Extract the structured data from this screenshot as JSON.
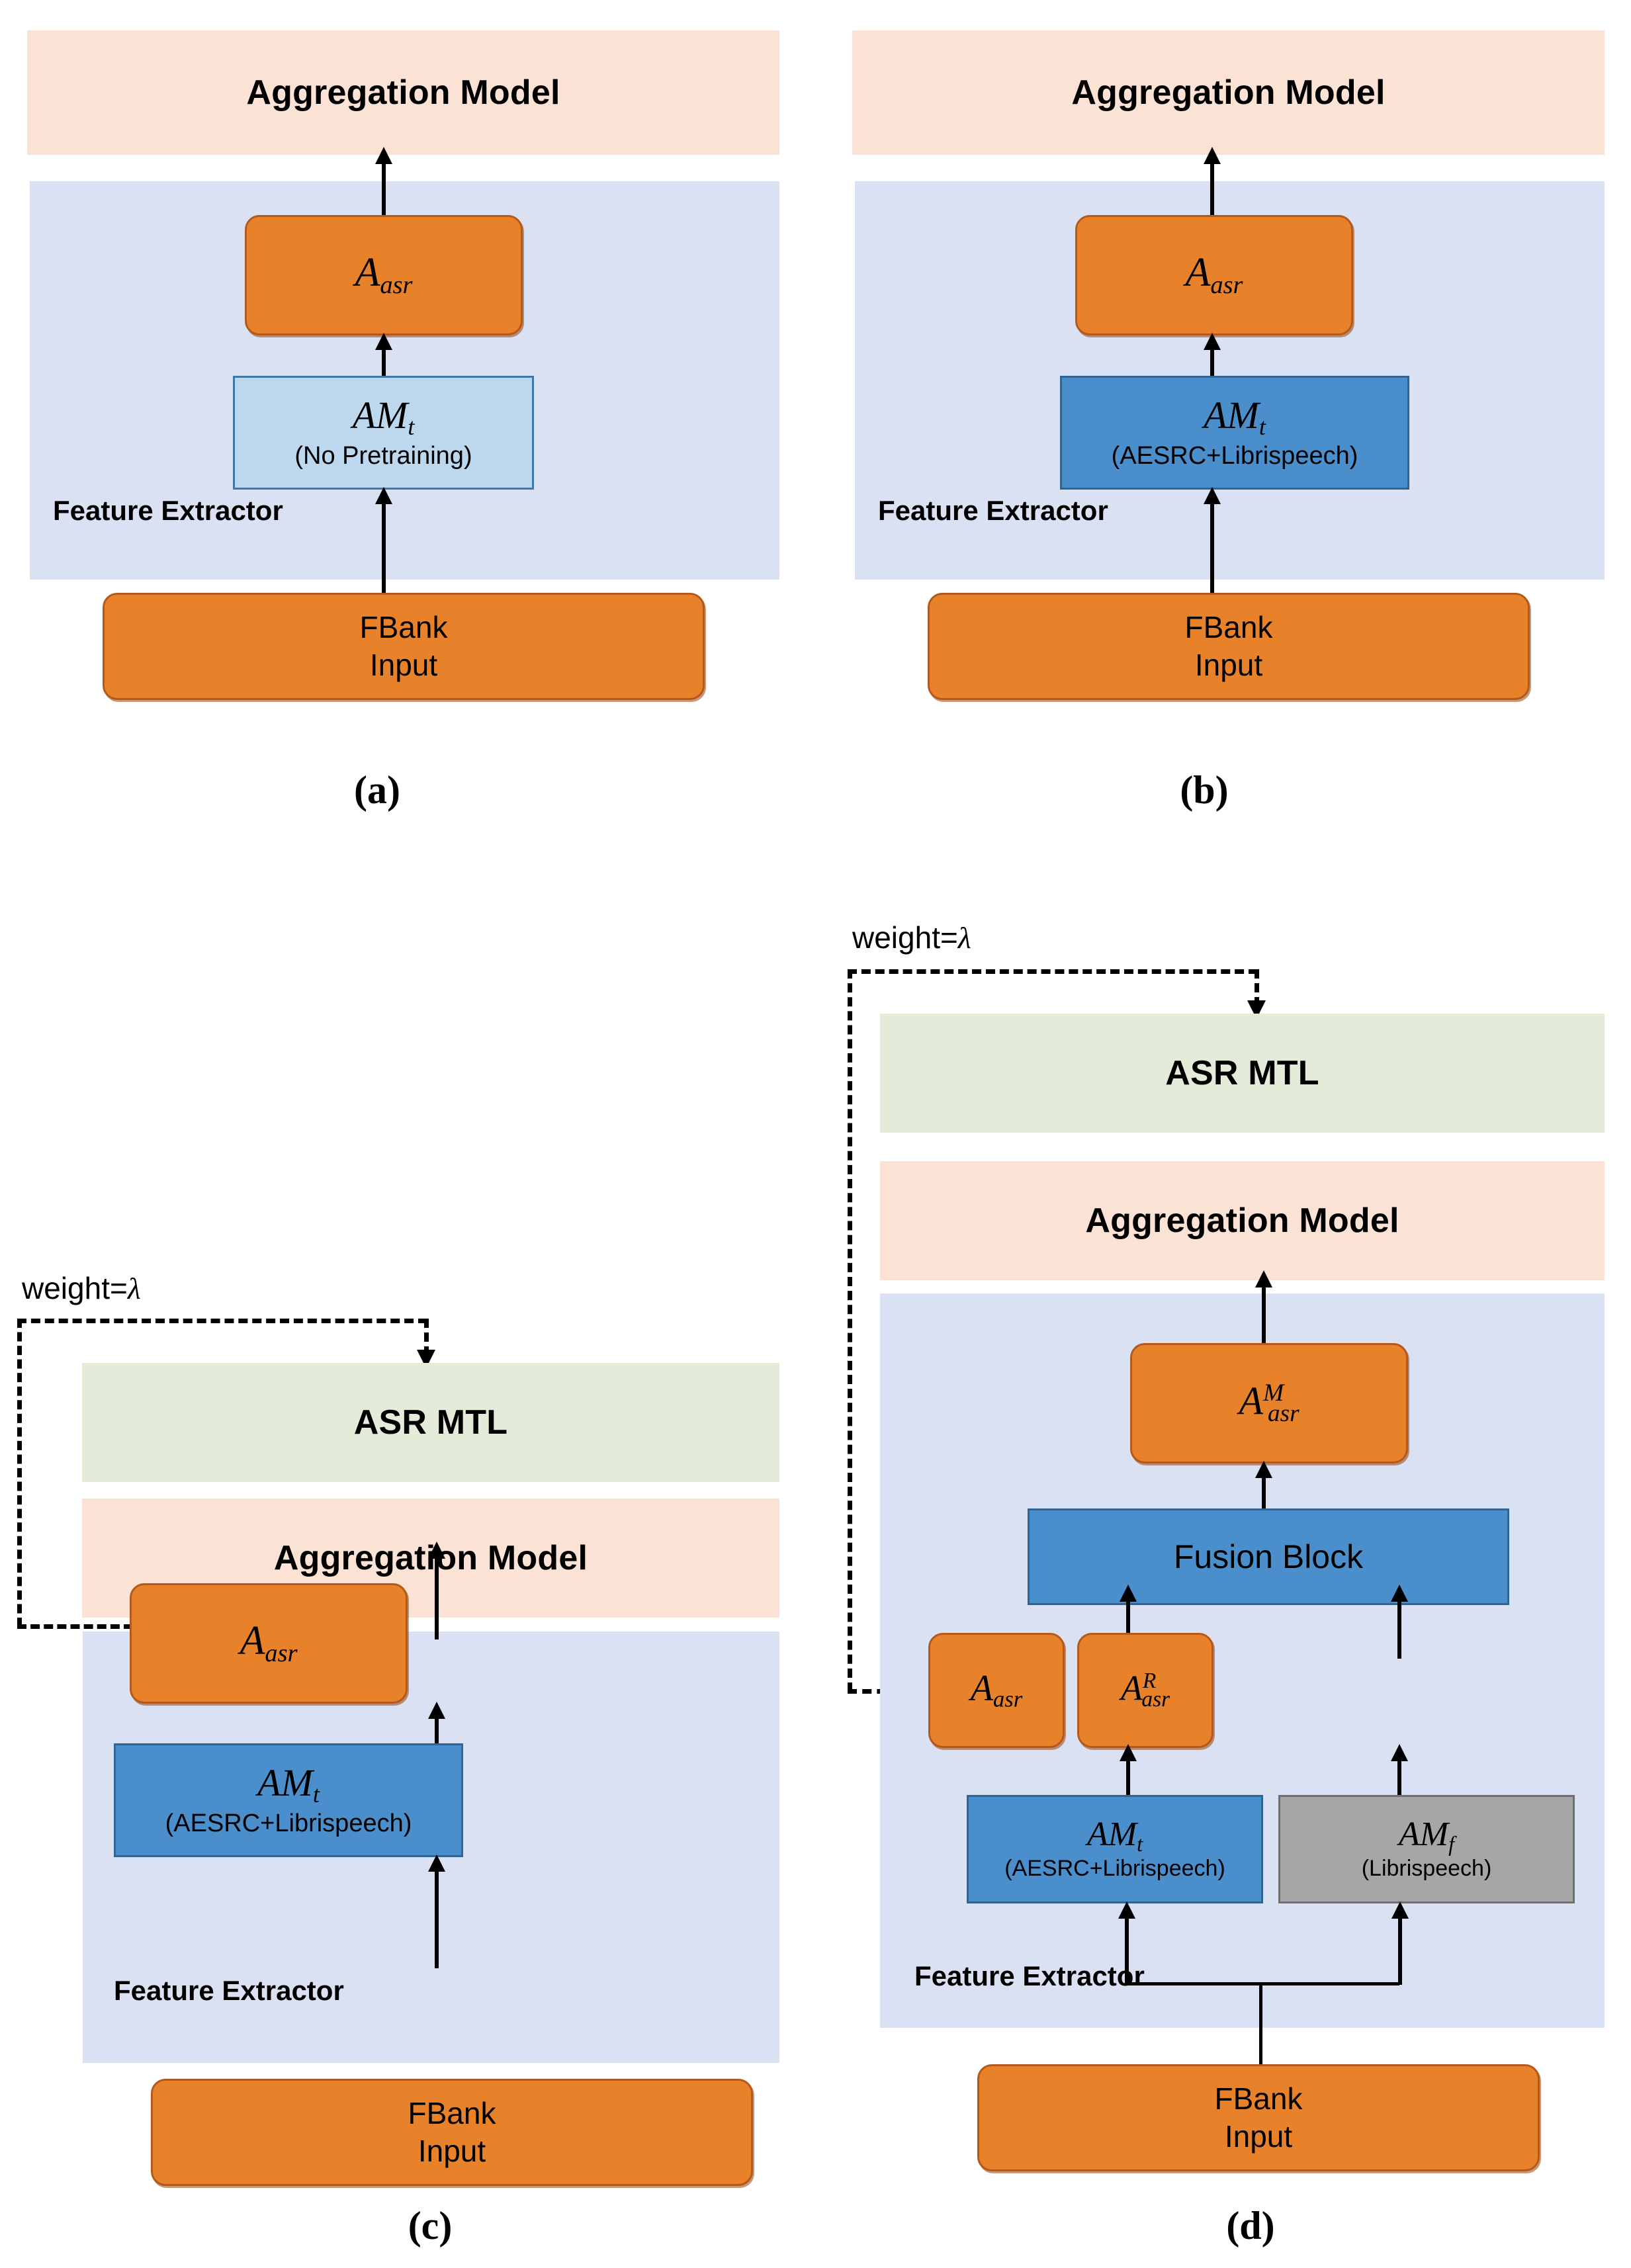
{
  "figure": {
    "type": "diagram",
    "description": "Four ASR acoustic-model architecture variants (a)-(d)"
  },
  "common": {
    "aggregation_model": "Aggregation Model",
    "feature_extractor": "Feature Extractor",
    "asr_mtl": "ASR MTL",
    "fbank_line1": "FBank",
    "fbank_line2": "Input",
    "weight_label_prefix": "weight=",
    "weight_label_symbol": "λ",
    "am_base": "AM",
    "a_base": "A",
    "sub_t": "t",
    "sub_f": "f",
    "sub_asr": "asr",
    "sup_m": "M",
    "sup_r": "R",
    "note_no_pretraining": "(No Pretraining)",
    "note_aesrc_libri": "(AESRC+Librispeech)",
    "note_libri": "(Librispeech)",
    "fusion_block": "Fusion Block"
  },
  "colors": {
    "band_aggregation": "#fae2d5",
    "band_feature_extractor": "#dae1f3",
    "band_asr_mtl": "#e2ecd8",
    "block_orange_fill": "#e8822a",
    "block_orange_border": "#b5591a",
    "block_blue_fill": "#4a8fcb",
    "block_blue_border": "#2e6496",
    "block_lightblue_fill": "#bcd7ee",
    "block_lightblue_border": "#3f78a8",
    "block_gray_fill": "#a6a6a6",
    "block_gray_border": "#6f6f6f",
    "arrow": "#000000"
  },
  "panels": [
    {
      "id": "a",
      "caption": "(a)",
      "bands": [
        "Aggregation Model",
        "Feature Extractor"
      ],
      "blocks": [
        {
          "name": "A_asr",
          "text": "A",
          "sub": "asr",
          "style": "orange"
        },
        {
          "name": "AM_t",
          "text": "AM",
          "sub": "t",
          "note": "(No Pretraining)",
          "style": "lightblue"
        },
        {
          "name": "FBank",
          "line1": "FBank",
          "line2": "Input",
          "style": "orange"
        }
      ]
    },
    {
      "id": "b",
      "caption": "(b)",
      "bands": [
        "Aggregation Model",
        "Feature Extractor"
      ],
      "blocks": [
        {
          "name": "A_asr",
          "text": "A",
          "sub": "asr",
          "style": "orange"
        },
        {
          "name": "AM_t",
          "text": "AM",
          "sub": "t",
          "note": "(AESRC+Librispeech)",
          "style": "blue"
        },
        {
          "name": "FBank",
          "line1": "FBank",
          "line2": "Input",
          "style": "orange"
        }
      ]
    },
    {
      "id": "c",
      "caption": "(c)",
      "bands": [
        "ASR MTL",
        "Aggregation Model",
        "Feature Extractor"
      ],
      "feedback": {
        "label": "weight=λ",
        "target": "ASR MTL",
        "source": "A_asr"
      },
      "blocks": [
        {
          "name": "A_asr",
          "text": "A",
          "sub": "asr",
          "style": "orange"
        },
        {
          "name": "AM_t",
          "text": "AM",
          "sub": "t",
          "note": "(AESRC+Librispeech)",
          "style": "blue"
        },
        {
          "name": "FBank",
          "line1": "FBank",
          "line2": "Input",
          "style": "orange"
        }
      ]
    },
    {
      "id": "d",
      "caption": "(d)",
      "bands": [
        "ASR MTL",
        "Aggregation Model",
        "Feature Extractor"
      ],
      "feedback": {
        "label": "weight=λ",
        "target": "ASR MTL",
        "source": "A_asr"
      },
      "blocks": [
        {
          "name": "A_asr_M",
          "text": "A",
          "sub": "asr",
          "sup": "M",
          "style": "orange"
        },
        {
          "name": "Fusion Block",
          "text": "Fusion Block",
          "style": "blue"
        },
        {
          "name": "A_asr",
          "text": "A",
          "sub": "asr",
          "style": "orange"
        },
        {
          "name": "A_asr_R",
          "text": "A",
          "sub": "asr",
          "sup": "R",
          "style": "orange"
        },
        {
          "name": "AM_t",
          "text": "AM",
          "sub": "t",
          "note": "(AESRC+Librispeech)",
          "style": "blue"
        },
        {
          "name": "AM_f",
          "text": "AM",
          "sub": "f",
          "note": "(Librispeech)",
          "style": "gray"
        },
        {
          "name": "FBank",
          "line1": "FBank",
          "line2": "Input",
          "style": "orange"
        }
      ]
    }
  ]
}
